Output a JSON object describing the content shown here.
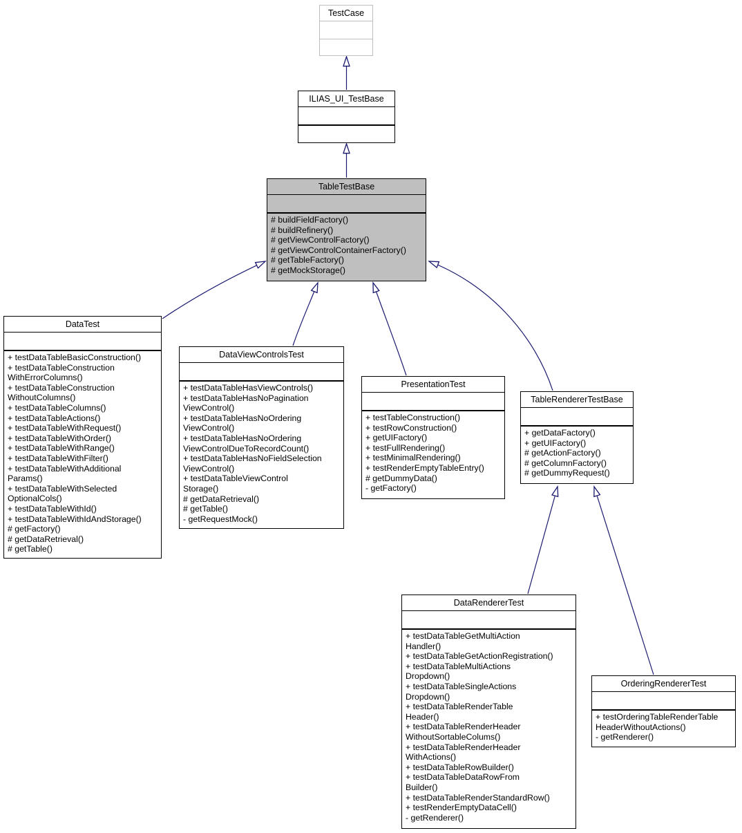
{
  "diagram": {
    "type": "uml-inheritance",
    "colors": {
      "background": "#ffffff",
      "arrow": "#191970",
      "box_border": "#000000",
      "external_border": "#bdbdbd",
      "highlight_fill": "#bfbfbf",
      "text": "#000000"
    }
  },
  "classes": {
    "testcase": {
      "title": "TestCase",
      "methods": []
    },
    "ilias": {
      "title": "ILIAS_UI_TestBase",
      "methods": []
    },
    "tabletestbase": {
      "title": "TableTestBase",
      "methods": [
        "# buildFieldFactory()",
        "# buildRefinery()",
        "# getViewControlFactory()",
        "# getViewControlContainerFactory()",
        "# getTableFactory()",
        "# getMockStorage()"
      ]
    },
    "datatest": {
      "title": "DataTest",
      "methods": [
        "+ testDataTableBasicConstruction()",
        "+ testDataTableConstruction\nWithErrorColumns()",
        "+ testDataTableConstruction\nWithoutColumns()",
        "+ testDataTableColumns()",
        "+ testDataTableActions()",
        "+ testDataTableWithRequest()",
        "+ testDataTableWithOrder()",
        "+ testDataTableWithRange()",
        "+ testDataTableWithFilter()",
        "+ testDataTableWithAdditional\nParams()",
        "+ testDataTableWithSelected\nOptionalCols()",
        "+ testDataTableWithId()",
        "+ testDataTableWithIdAndStorage()",
        "# getFactory()",
        "# getDataRetrieval()",
        "# getTable()"
      ]
    },
    "dataviewcontrols": {
      "title": "DataViewControlsTest",
      "methods": [
        "+ testDataTableHasViewControls()",
        "+ testDataTableHasNoPagination\nViewControl()",
        "+ testDataTableHasNoOrdering\nViewControl()",
        "+ testDataTableHasNoOrdering\nViewControlDueToRecordCount()",
        "+ testDataTableHasNoFieldSelection\nViewControl()",
        "+ testDataTableViewControl\nStorage()",
        "# getDataRetrieval()",
        "# getTable()",
        "- getRequestMock()"
      ]
    },
    "presentation": {
      "title": "PresentationTest",
      "methods": [
        "+ testTableConstruction()",
        "+ testRowConstruction()",
        "+ getUIFactory()",
        "+ testFullRendering()",
        "+ testMinimalRendering()",
        "+ testRenderEmptyTableEntry()",
        "# getDummyData()",
        "- getFactory()"
      ]
    },
    "tablerenderer": {
      "title": "TableRendererTestBase",
      "methods": [
        "+ getDataFactory()",
        "+ getUIFactory()",
        "# getActionFactory()",
        "# getColumnFactory()",
        "# getDummyRequest()"
      ]
    },
    "datarenderer": {
      "title": "DataRendererTest",
      "methods": [
        "+ testDataTableGetMultiAction\nHandler()",
        "+ testDataTableGetActionRegistration()",
        "+ testDataTableMultiActions\nDropdown()",
        "+ testDataTableSingleActions\nDropdown()",
        "+ testDataTableRenderTable\nHeader()",
        "+ testDataTableRenderHeader\nWithoutSortableColums()",
        "+ testDataTableRenderHeader\nWithActions()",
        "+ testDataTableRowBuilder()",
        "+ testDataTableDataRowFrom\nBuilder()",
        "+ testDataTableRenderStandardRow()",
        "+ testRenderEmptyDataCell()",
        "- getRenderer()"
      ]
    },
    "ordering": {
      "title": "OrderingRendererTest",
      "methods": [
        "+ testOrderingTableRenderTable\nHeaderWithoutActions()",
        "- getRenderer()"
      ]
    }
  },
  "edges": [
    {
      "from": "ILIAS_UI_TestBase",
      "to": "TestCase"
    },
    {
      "from": "TableTestBase",
      "to": "ILIAS_UI_TestBase"
    },
    {
      "from": "DataTest",
      "to": "TableTestBase"
    },
    {
      "from": "DataViewControlsTest",
      "to": "TableTestBase"
    },
    {
      "from": "PresentationTest",
      "to": "TableTestBase"
    },
    {
      "from": "TableRendererTestBase",
      "to": "TableTestBase"
    },
    {
      "from": "DataRendererTest",
      "to": "TableRendererTestBase"
    },
    {
      "from": "OrderingRendererTest",
      "to": "TableRendererTestBase"
    }
  ]
}
